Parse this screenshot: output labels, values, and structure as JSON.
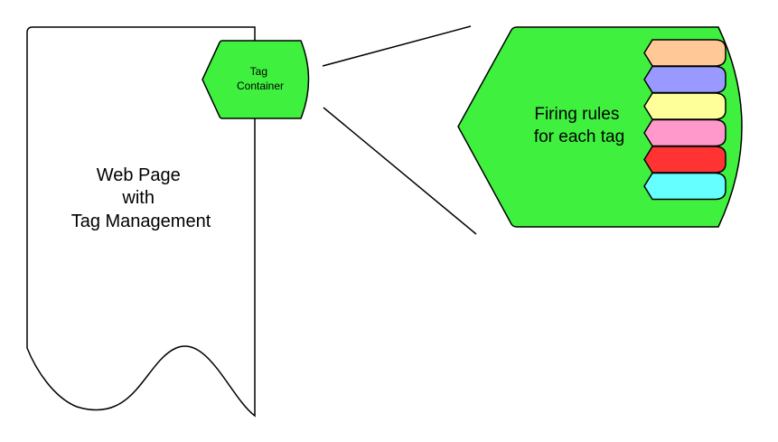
{
  "web_page": {
    "label_lines": [
      "Web Page",
      "with",
      "Tag Management"
    ]
  },
  "tag_container": {
    "label_lines": [
      "Tag",
      "Container"
    ],
    "color": "#3ff03f"
  },
  "firing_rules": {
    "label_lines": [
      "Firing rules",
      "for each tag"
    ],
    "color": "#3ff03f"
  },
  "tags": [
    {
      "name": "tag-orange",
      "color": "#ffc896"
    },
    {
      "name": "tag-blue",
      "color": "#9999ff"
    },
    {
      "name": "tag-yellow",
      "color": "#ffff99"
    },
    {
      "name": "tag-pink",
      "color": "#ff99cc"
    },
    {
      "name": "tag-red",
      "color": "#ff3333"
    },
    {
      "name": "tag-cyan",
      "color": "#66ffff"
    }
  ],
  "colors": {
    "stroke": "#000000",
    "page_fill": "#ffffff"
  }
}
